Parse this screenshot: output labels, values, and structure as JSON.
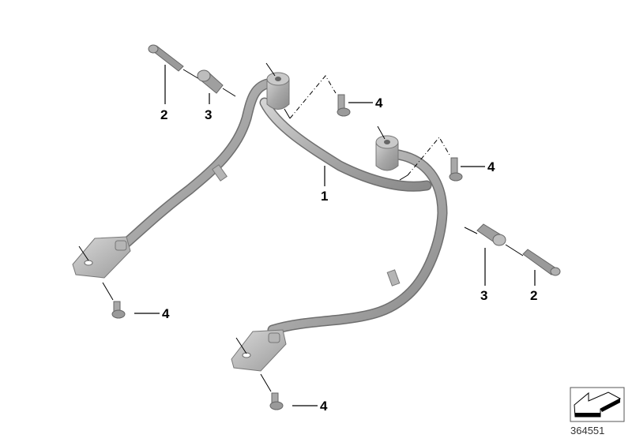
{
  "diagram": {
    "type": "exploded parts diagram",
    "subject": "Rear luggage carrier mounting frame with fasteners",
    "colors": {
      "metal_light": "#c8c8c8",
      "metal_mid": "#a6a6a6",
      "metal_dark": "#7a7a7a",
      "line": "#000000"
    },
    "callouts": [
      {
        "id": "c1",
        "label": "1",
        "part": "frame-bracket"
      },
      {
        "id": "c2a",
        "label": "2",
        "part": "bolt-long"
      },
      {
        "id": "c3a",
        "label": "3",
        "part": "spacer-sleeve"
      },
      {
        "id": "c4a",
        "label": "4",
        "part": "screw-top-left"
      },
      {
        "id": "c4b",
        "label": "4",
        "part": "screw-top-right"
      },
      {
        "id": "c4c",
        "label": "4",
        "part": "screw-bottom-left"
      },
      {
        "id": "c4d",
        "label": "4",
        "part": "screw-bottom-right"
      },
      {
        "id": "c3b",
        "label": "3",
        "part": "spacer-sleeve-right"
      },
      {
        "id": "c2b",
        "label": "2",
        "part": "bolt-long-right"
      }
    ],
    "image_number": "364551"
  }
}
